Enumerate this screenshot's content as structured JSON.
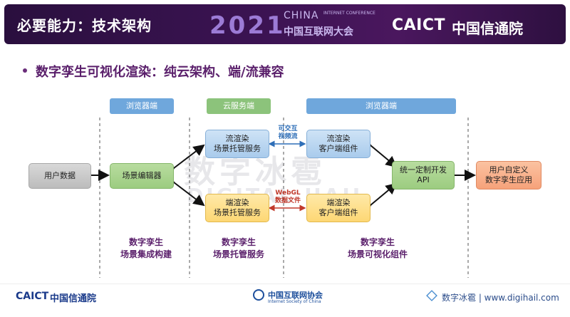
{
  "header": {
    "title": "必要能力：技术架构",
    "event_year": "2021",
    "event_china": "CHINA",
    "event_small": "INTERNET CONFERENCE",
    "event_name": "中国互联网大会",
    "org_logo": "CAICT",
    "org_cn": "中国信通院"
  },
  "subtitle": "数字孪生可视化渲染：纯云架构、端/流兼容",
  "sections": {
    "left": "浏览器端",
    "middle": "云服务端",
    "right": "浏览器端"
  },
  "nodes": {
    "user_data": "用户数据",
    "scene_editor": "场景编辑器",
    "stream_render_line1": "流渲染",
    "stream_render_line2": "场景托管服务",
    "edge_render_line1": "端渲染",
    "edge_render_line2": "场景托管服务",
    "stream_client_line1": "流渲染",
    "stream_client_line2": "客户端组件",
    "edge_client_line1": "端渲染",
    "edge_client_line2": "客户端组件",
    "api_line1": "统一定制开发",
    "api_line2": "API",
    "user_app_line1": "用户自定义",
    "user_app_line2": "数字孪生应用"
  },
  "edge_labels": {
    "interactive_line1": "可交互",
    "interactive_line2": "视频流",
    "webgl_line1": "WebGL",
    "webgl_line2": "数据文件"
  },
  "captions": {
    "left_line1": "数字孪生",
    "left_line2": "场景集成构建",
    "middle_line1": "数字孪生",
    "middle_line2": "场景托管服务",
    "right_line1": "数字孪生",
    "right_line2": "场景可视化组件"
  },
  "watermark": {
    "cn": "数字冰雹",
    "en": "DIGITAL HAIL"
  },
  "footer": {
    "caict": "CAICT",
    "caict_cn": "中国信通院",
    "isc_cn": "中国互联网协会",
    "isc_en": "Internet Society of China",
    "dh": "数字冰雹 | www.digihail.com"
  },
  "colors": {
    "banner": "#3b1352",
    "title_purple": "#5a1f6b",
    "section_blue": "#6fa7dc",
    "section_green": "#8cc37b",
    "arrow_blue": "#2f6fb8",
    "arrow_red": "#c0392b"
  }
}
